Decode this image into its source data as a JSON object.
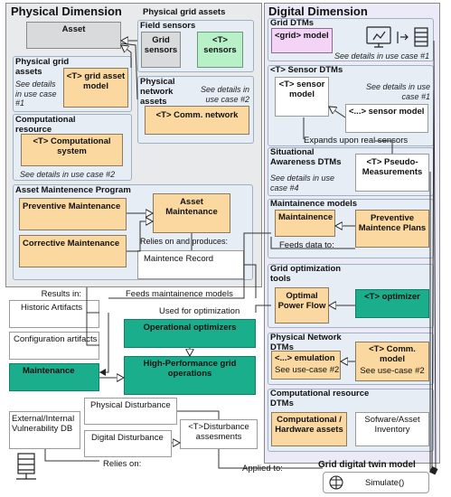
{
  "physical": {
    "title": "Physical Dimension",
    "field_group_title": "Physical grid assets",
    "asset": "Asset",
    "field_sensors": {
      "title": "Field sensors",
      "grid_sensors": "Grid sensors",
      "t_sensors": "<T> sensors"
    },
    "grid_assets": {
      "title": "Physical grid assets",
      "note": "See details in use case #1",
      "model": "<T> grid asset model"
    },
    "network": {
      "title": "Physical network assets",
      "note": "See details in use case #2",
      "model": "<T> Comm. network"
    },
    "computational": {
      "title": "Computational resource",
      "model": "<T> Computational system",
      "note": "See details in use case #2"
    },
    "maintenance": {
      "title": "Asset Maintenence Program",
      "preventive": "Preventive Maintenance",
      "corrective": "Corrective Maintenance",
      "asset_maint": "Asset Maintenance",
      "relies": "Relies on and produces:",
      "record": "Maintence Record"
    },
    "results_in": "Results in:",
    "feeds_models": "Feeds maintainence models",
    "used_for_opt": "Used for optimization",
    "historic": "Historic Artifacts",
    "config": "Configuration artifacts",
    "operational": "Operational optimizers",
    "maintenance_teal": "Maintenance",
    "high_perf": "High-Performance grid operations",
    "phys_disturbance": "Physical Disturbance",
    "dig_disturbance": "Digital Disturbance",
    "dist_assess": "<T>Disturbance assesments",
    "ext_db": "External/Internal Vulnerability DB",
    "relies_on": "Relies on:",
    "applied_to": "Applied to:"
  },
  "digital": {
    "title": "Digital Dimension",
    "grid_dtms": {
      "title": "Grid DTMs",
      "model": "<grid> model",
      "note": "See details in use case #1"
    },
    "sensor_dtms": {
      "title": "<T> Sensor DTMs",
      "model": "<T> sensor model",
      "note": "See details in use case #1",
      "sub_model": "<...> sensor model",
      "expands": "Expands upon real sensors"
    },
    "situational": {
      "title": "Situational Awareness DTMs",
      "note": "See details in use case #4",
      "pseudo": "<T> Pseudo-Measurements"
    },
    "maintenance_models": {
      "title": "Maintainence models",
      "maint": "Maintainence",
      "preventive": "Preventive Maintence Plans",
      "feeds": "Feeds data to:"
    },
    "grid_opt": {
      "title": "Grid optimization tools",
      "opf": "Optimal Power Flow",
      "optimizer": "<T> optimizer"
    },
    "network_dtms": {
      "title": "Physical Network DTMs",
      "emulation": "<...> emulation",
      "emu_note": "See use-case #2",
      "comm": "<T> Comm. model",
      "comm_note": "See use-case #2"
    },
    "comp_dtms": {
      "title": "Computational resource DTMs",
      "hardware": "Computational / Hardware assets",
      "software": "Sofware/Asset Inventory"
    },
    "twin_title": "Grid digital twin model",
    "simulate": "Simulate()"
  }
}
